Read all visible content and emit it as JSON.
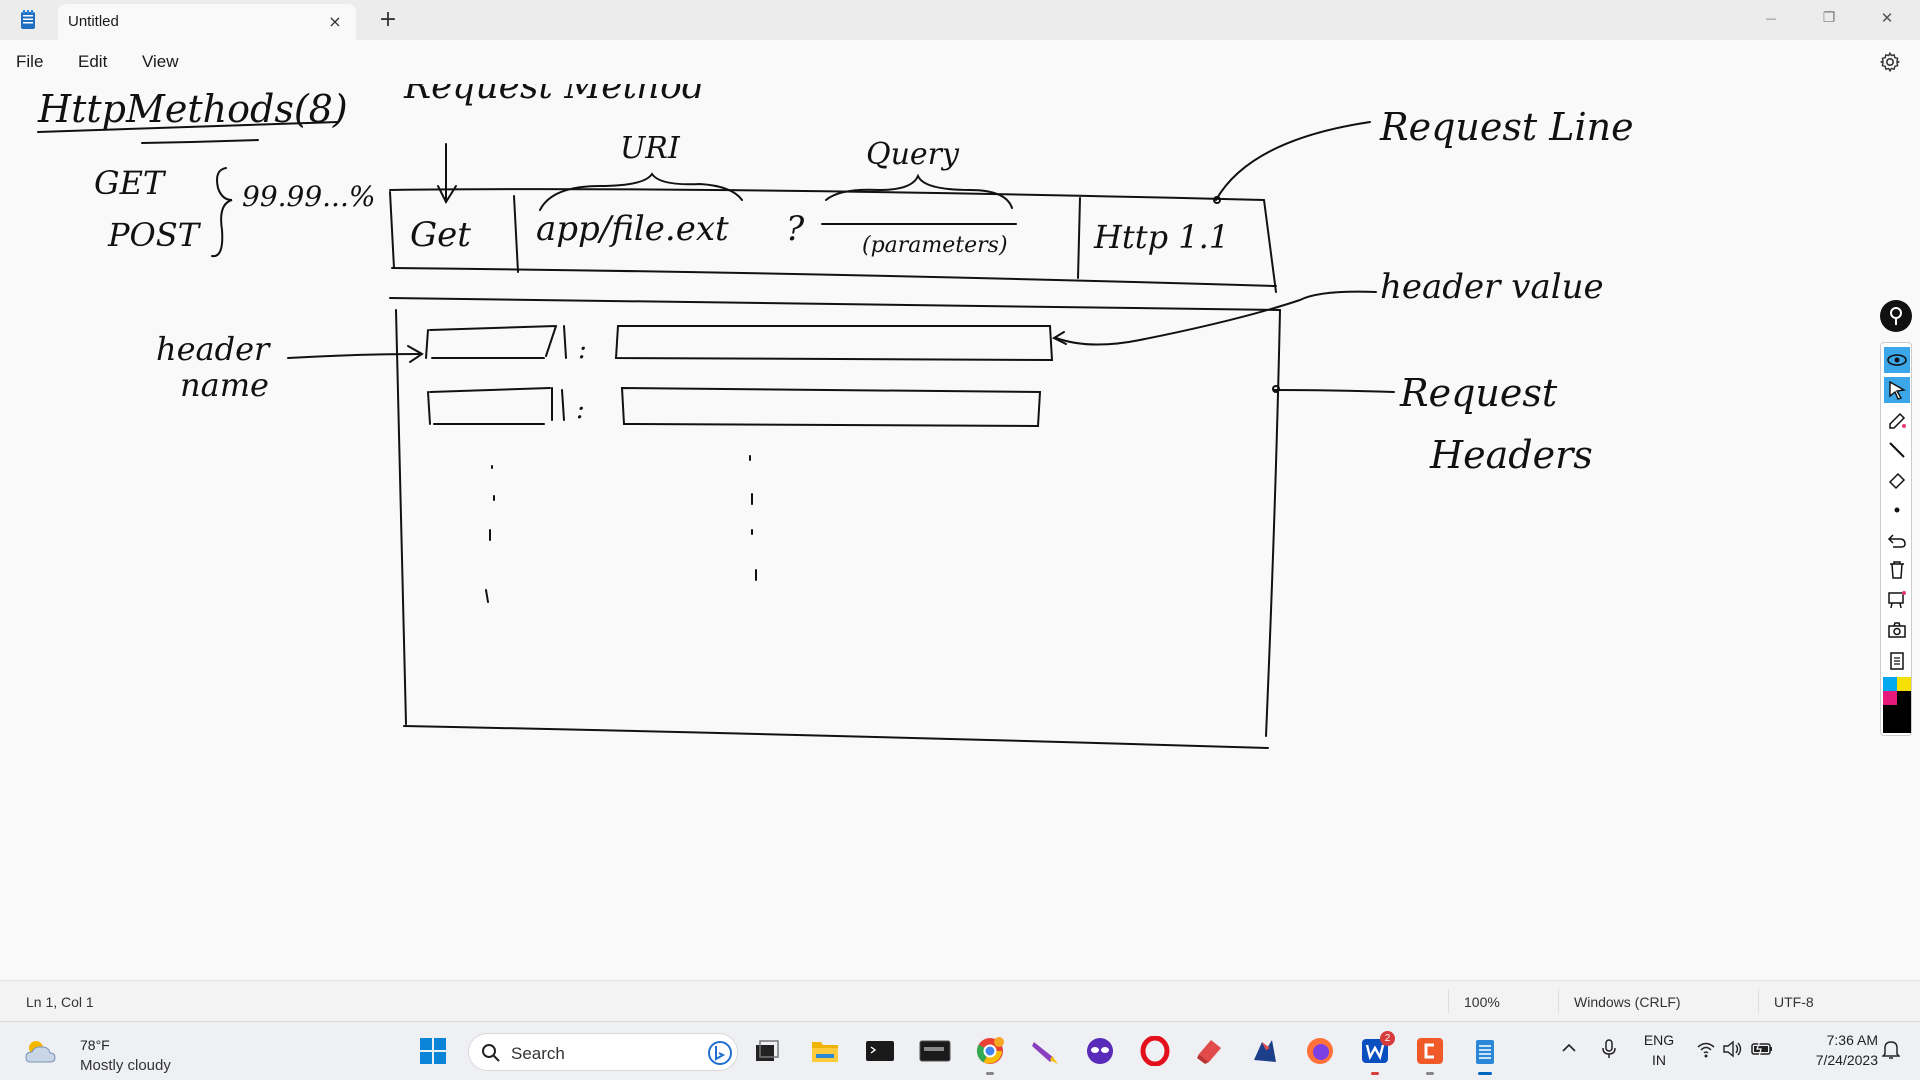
{
  "titlebar": {
    "tab_title": "Untitled",
    "close_symbol": "×",
    "new_tab_symbol": "+",
    "minimize_symbol": "—",
    "maximize_symbol": "❐",
    "window_close_symbol": "✕"
  },
  "menu": {
    "file": "File",
    "edit": "Edit",
    "view": "View"
  },
  "drawing": {
    "http_methods": "HttpMethods(8)",
    "get": "GET",
    "post": "POST",
    "percent": "99.99...%",
    "request_method": "Request Method",
    "uri": "URI",
    "query": "Query",
    "request_line": "Request Line",
    "method_cell": "Get",
    "path_cell": "app/file.ext",
    "question": "?",
    "parameters": "(parameters)",
    "http_version": "Http 1.1",
    "header_value": "header value",
    "header_name_1": "header",
    "header_name_2": "name",
    "request_1": "Request",
    "headers_1": "Headers",
    "colon": ":"
  },
  "status": {
    "position": "Ln 1, Col 1",
    "zoom": "100%",
    "line_ending": "Windows (CRLF)",
    "encoding": "UTF-8"
  },
  "taskbar": {
    "temperature": "78°F",
    "weather": "Mostly cloudy",
    "search": "Search",
    "lang_1": "ENG",
    "lang_2": "IN",
    "time": "7:36 AM",
    "date": "7/24/2023",
    "badge": "2"
  },
  "colors": {
    "accent": "#0067c0",
    "side_tool_active": "#3ba6e8"
  }
}
